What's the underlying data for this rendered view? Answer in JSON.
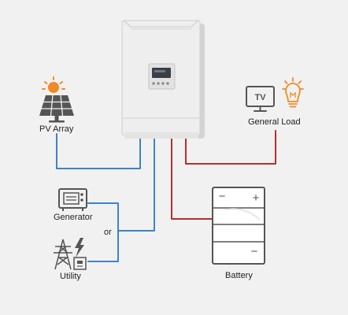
{
  "diagram": {
    "labels": {
      "pv_array": "PV Array",
      "general_load": "General Load",
      "generator": "Generator",
      "or": "or",
      "utility": "Utility",
      "battery": "Battery"
    },
    "icon_text": {
      "tv": "TV",
      "battery_minus_top": "−",
      "battery_plus": "+",
      "battery_minus_bottom": "−"
    },
    "colors": {
      "background": "#f1f1f1",
      "solar_wire": "#3e83c7",
      "battery_wire": "#b5302c",
      "accent": "#f08a24",
      "icon": "#555555",
      "inverter_body": "#eeeeee"
    },
    "icons": [
      "inverter",
      "sun-icon",
      "solar-panel-icon",
      "tv-icon",
      "light-bulb-icon",
      "generator-icon",
      "power-tower-icon",
      "lightning-bolt-icon",
      "substation-icon",
      "battery-icon"
    ]
  }
}
